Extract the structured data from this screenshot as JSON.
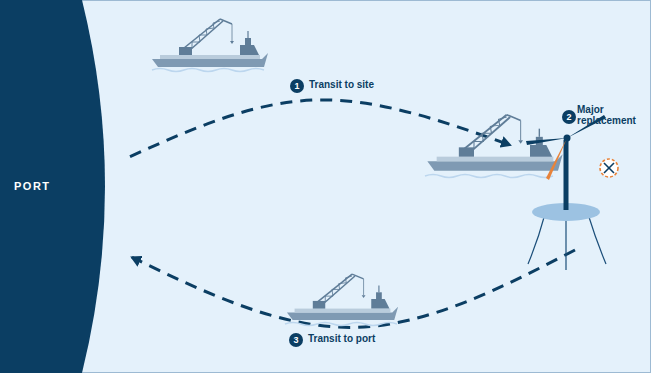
{
  "diagram": {
    "nodes": [
      {
        "text": [
          "PORT"
        ]
      },
      {
        "text": [
          "Major replacement"
        ]
      }
    ],
    "edges": [
      {
        "from": 0,
        "to": 1,
        "arrow": "to",
        "label": "Transit to site"
      },
      {
        "from": 1,
        "to": 0,
        "arrow": "to",
        "label": "Transit to port"
      }
    ],
    "labels": [
      "1",
      "2",
      "3"
    ]
  }
}
